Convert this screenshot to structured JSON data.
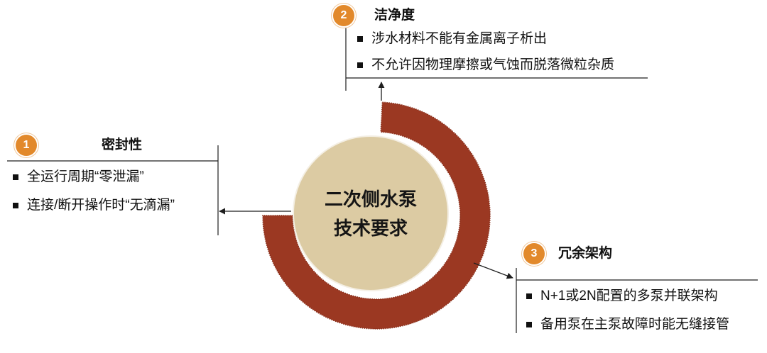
{
  "center": {
    "line1": "二次侧水泵",
    "line2": "技术要求"
  },
  "requirements": [
    {
      "number": "1",
      "title": "密封性",
      "bullets": [
        "全运行周期“零泄漏”",
        "连接/断开操作时“无滴漏”"
      ]
    },
    {
      "number": "2",
      "title": "洁净度",
      "bullets": [
        "涉水材料不能有金属离子析出",
        "不允许因物理摩擦或气蚀而脱落微粒杂质"
      ]
    },
    {
      "number": "3",
      "title": "冗余架构",
      "bullets": [
        "N+1或2N配置的多泵并联架构",
        "备用泵在主泵故障时能无缝接管"
      ]
    }
  ],
  "colors": {
    "badge": "#e2892b",
    "ring": "#9b3822",
    "center_fill": "#dccba3",
    "text": "#111111",
    "line": "#1e1e1e"
  }
}
